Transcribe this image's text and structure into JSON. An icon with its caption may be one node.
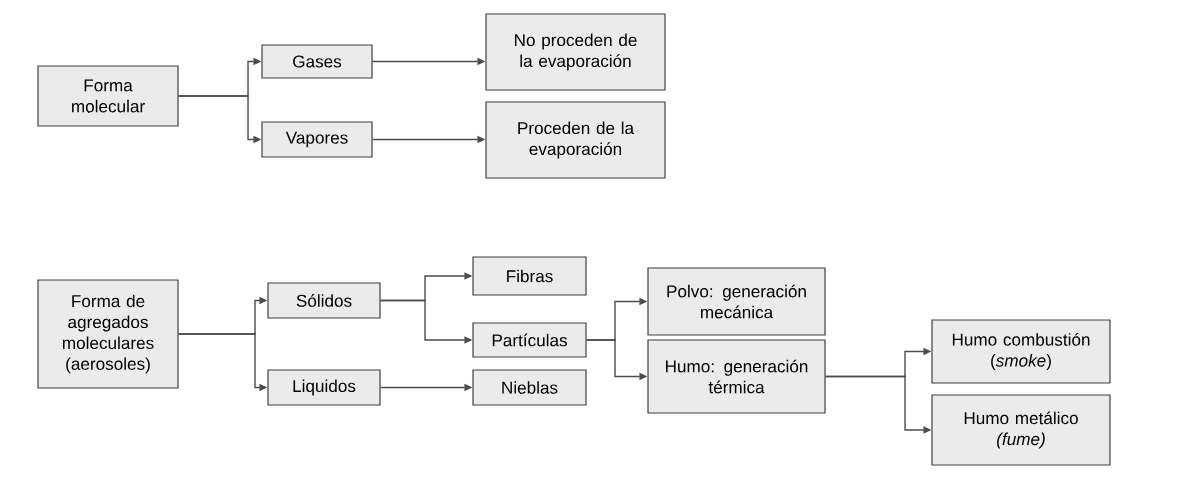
{
  "diagram": {
    "nodes": [
      {
        "text": [
          "Forma molecular"
        ]
      },
      {
        "text": [
          "Gases"
        ]
      },
      {
        "text": [
          "Vapores"
        ]
      },
      {
        "text": [
          "No proceden de la evaporación"
        ]
      },
      {
        "text": [
          "Proceden de la evaporación"
        ]
      },
      {
        "text": [
          "Forma de agregados moleculares (aerosoles)"
        ]
      },
      {
        "text": [
          "Sólidos"
        ]
      },
      {
        "text": [
          "Liquidos"
        ]
      },
      {
        "text": [
          "Fibras"
        ]
      },
      {
        "text": [
          "Partículas"
        ]
      },
      {
        "text": [
          "Nieblas"
        ]
      },
      {
        "text": [
          "Polvo: generación mecánica"
        ]
      },
      {
        "text": [
          "Humo: generación térmica"
        ]
      },
      {
        "text": [
          "Humo combustión (*smoke*)"
        ]
      },
      {
        "text": [
          "Humo metálico *(fume)*"
        ]
      }
    ],
    "edges": [
      {
        "from": 0,
        "to": 1,
        "arrow": "to"
      },
      {
        "from": 0,
        "to": 2,
        "arrow": "to"
      },
      {
        "from": 1,
        "to": 3,
        "arrow": "to"
      },
      {
        "from": 2,
        "to": 4,
        "arrow": "to"
      },
      {
        "from": 5,
        "to": 6,
        "arrow": "to"
      },
      {
        "from": 5,
        "to": 7,
        "arrow": "to"
      },
      {
        "from": 6,
        "to": 8,
        "arrow": "to"
      },
      {
        "from": 6,
        "to": 9,
        "arrow": "to"
      },
      {
        "from": 7,
        "to": 10,
        "arrow": "to"
      },
      {
        "from": 9,
        "to": 11,
        "arrow": "to"
      },
      {
        "from": 9,
        "to": 12,
        "arrow": "to"
      },
      {
        "from": 12,
        "to": 13,
        "arrow": "to"
      },
      {
        "from": 12,
        "to": 14,
        "arrow": "to"
      }
    ]
  }
}
